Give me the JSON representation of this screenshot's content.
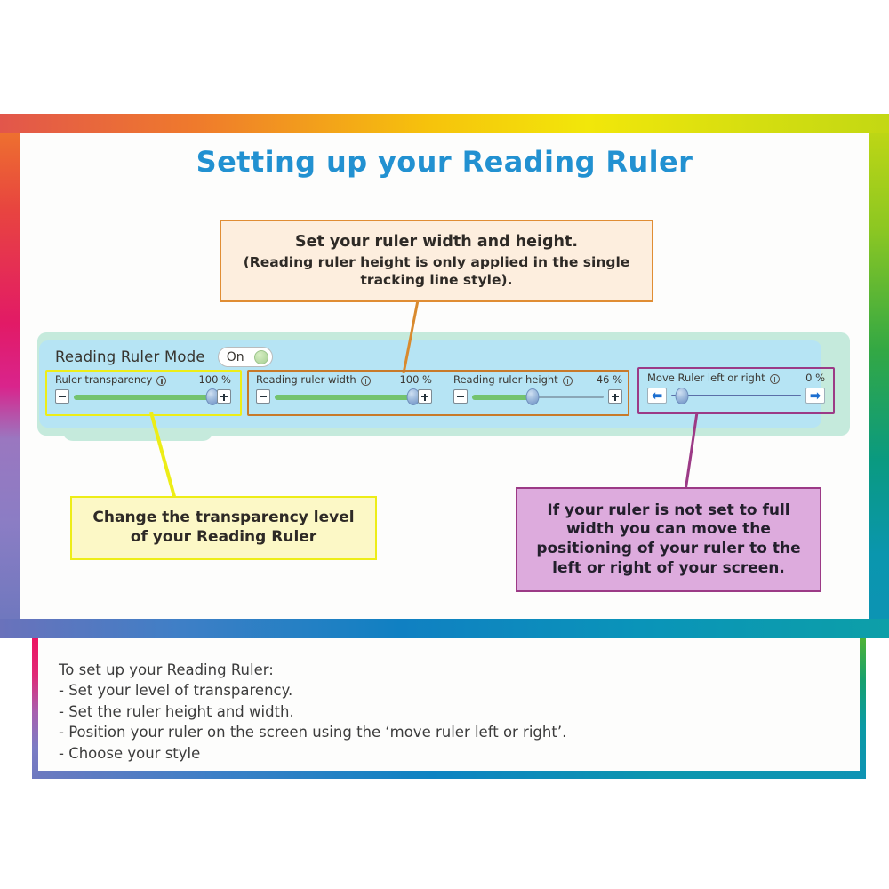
{
  "page": {
    "title": "Setting up your Reading Ruler",
    "title_color": "#2291d1"
  },
  "callouts": {
    "orange": {
      "line1": "Set your ruler width and height.",
      "line2": "(Reading ruler height is only applied in the single",
      "line3": "tracking line style).",
      "background": "#fdeede",
      "border": "#e08d34"
    },
    "yellow": {
      "line1": "Change the transparency level",
      "line2": "of your Reading Ruler",
      "background": "#fcf8c6",
      "border": "#eded17"
    },
    "purple": {
      "line1": "If your ruler is not set to full",
      "line2": "width you can move the",
      "line3": "positioning of your ruler to the",
      "line4": "left or right of your screen.",
      "background": "#ddabdd",
      "border": "#9c3a86"
    }
  },
  "control_panel": {
    "mode_label": "Reading Ruler Mode",
    "toggle": {
      "state_label": "On",
      "knob_icon": "toggle-knob-icon"
    },
    "sliders": [
      {
        "name": "ruler-transparency",
        "label": "Ruler transparency",
        "info_icon": "info-icon",
        "value_label": "100 %",
        "fill_percent": 100,
        "minus_icon": "minus-icon",
        "plus_icon": "plus-icon"
      },
      {
        "name": "reading-ruler-width",
        "label": "Reading ruler width",
        "info_icon": "info-icon",
        "value_label": "100 %",
        "fill_percent": 100,
        "minus_icon": "minus-icon",
        "plus_icon": "plus-icon"
      },
      {
        "name": "reading-ruler-height",
        "label": "Reading ruler height",
        "info_icon": "info-icon",
        "value_label": "46 %",
        "fill_percent": 46,
        "minus_icon": "minus-icon",
        "plus_icon": "plus-icon"
      },
      {
        "name": "move-ruler-left-or-right",
        "label": "Move Ruler left or right",
        "info_icon": "info-icon",
        "value_label": "0 %",
        "fill_percent": 0,
        "left_arrow_icon": "arrow-left-icon",
        "right_arrow_icon": "arrow-right-icon",
        "left_arrow_glyph": "⬅",
        "right_arrow_glyph": "➡"
      }
    ]
  },
  "instructions": {
    "heading": "To set up your Reading Ruler:",
    "items": [
      "- Set your level of transparency.",
      "- Set the ruler height and width.",
      "- Position your ruler on the screen using the ‘move ruler left or right’.",
      "- Choose your style"
    ]
  }
}
